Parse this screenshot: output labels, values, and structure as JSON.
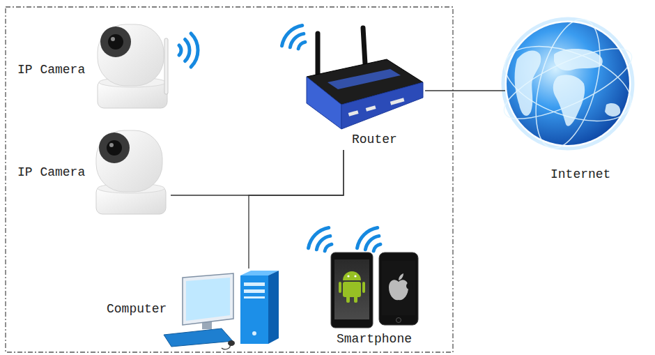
{
  "diagram": {
    "nodes": [
      {
        "text": [
          "IP Camera"
        ]
      },
      {
        "text": [
          "Router"
        ]
      },
      {
        "text": [
          "Internet"
        ]
      },
      {
        "text": [
          "IP Camera"
        ]
      },
      {
        "text": [
          "Computer"
        ]
      },
      {
        "text": [
          "Smartphone"
        ]
      }
    ],
    "edges": [
      {
        "from": 3,
        "to": 1,
        "arrow": "none"
      },
      {
        "from": 4,
        "to": 1,
        "arrow": "none"
      },
      {
        "from": 1,
        "to": 2,
        "arrow": "none"
      }
    ]
  }
}
